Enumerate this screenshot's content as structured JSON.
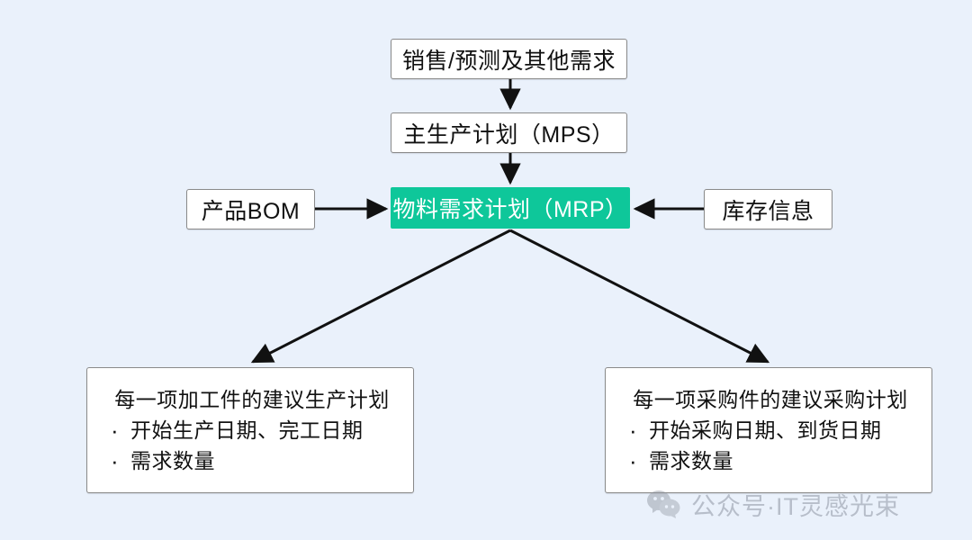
{
  "diagram": {
    "title_semantics": "MRP planning flow",
    "background_color": "#eaf1fb",
    "accent_color": "#0ec79a",
    "box_border_color": "#8a8a8a",
    "edge_color": "#111111",
    "nodes": {
      "demand": {
        "label": "销售/预测及其他需求"
      },
      "mps": {
        "label": "主生产计划（MPS）"
      },
      "mrp": {
        "label": "物料需求计划（MRP）"
      },
      "bom": {
        "label": "产品BOM"
      },
      "stock": {
        "label": "库存信息"
      },
      "production_plan": {
        "title": "每一项加工件的建议生产计划",
        "bullets": [
          "开始生产日期、完工日期",
          "需求数量"
        ]
      },
      "purchase_plan": {
        "title": "每一项采购件的建议采购计划",
        "bullets": [
          "开始采购日期、到货日期",
          "需求数量"
        ]
      }
    }
  },
  "watermark": {
    "icon": "wechat-icon",
    "text": "公众号·IT灵感光束"
  }
}
